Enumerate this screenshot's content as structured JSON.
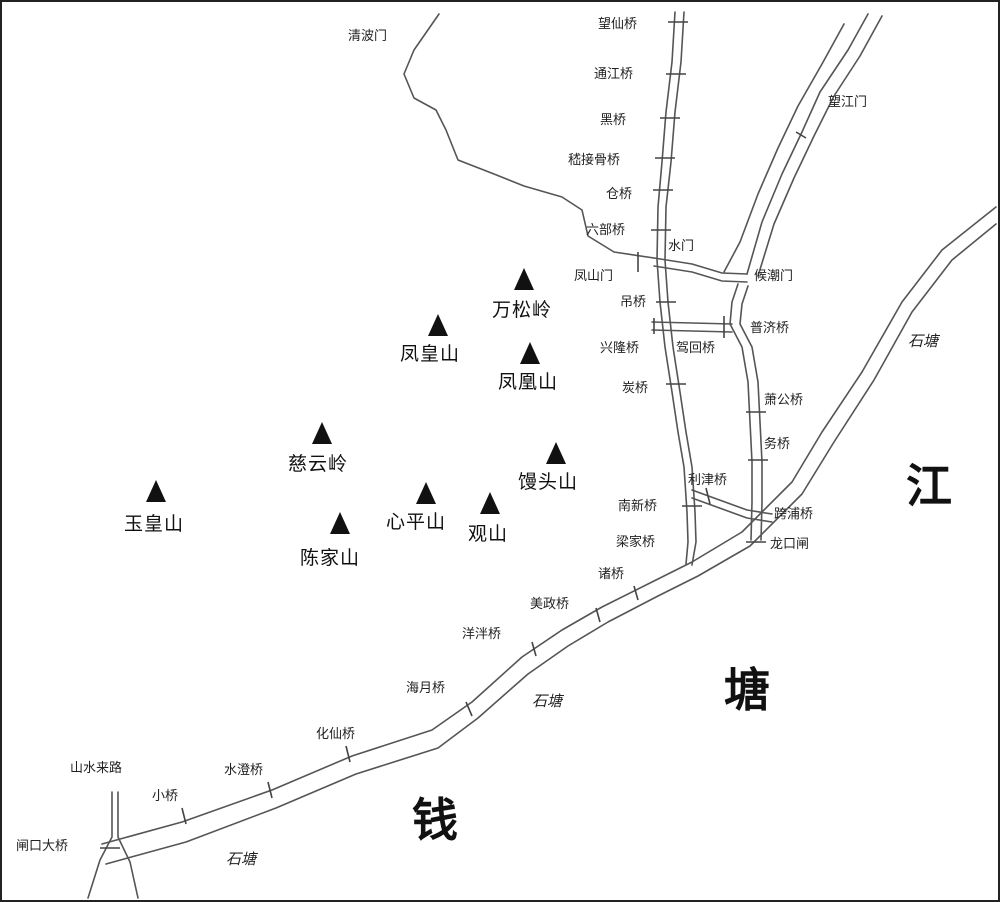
{
  "gates": [
    {
      "id": "qingbo",
      "label": "清波门"
    },
    {
      "id": "wangjiang",
      "label": "望江门"
    },
    {
      "id": "fengshan",
      "label": "凤山门"
    },
    {
      "id": "houchao",
      "label": "候潮门"
    },
    {
      "id": "shuimen",
      "label": "水门"
    },
    {
      "id": "longkouzha",
      "label": "龙口闸"
    },
    {
      "id": "zhakou",
      "label": "闸口大桥"
    },
    {
      "id": "shanshui",
      "label": "山水来路"
    }
  ],
  "bridges": [
    {
      "id": "wangxian",
      "label": "望仙桥"
    },
    {
      "id": "tongjiang",
      "label": "通江桥"
    },
    {
      "id": "hei",
      "label": "黑桥"
    },
    {
      "id": "jijiegu",
      "label": "嵇接骨桥"
    },
    {
      "id": "cang",
      "label": "仓桥"
    },
    {
      "id": "liubu",
      "label": "六部桥"
    },
    {
      "id": "diao",
      "label": "吊桥"
    },
    {
      "id": "xinglong",
      "label": "兴隆桥"
    },
    {
      "id": "jiahui",
      "label": "驾回桥"
    },
    {
      "id": "puji",
      "label": "普济桥"
    },
    {
      "id": "tan",
      "label": "炭桥"
    },
    {
      "id": "xiaogong",
      "label": "萧公桥"
    },
    {
      "id": "wu",
      "label": "务桥"
    },
    {
      "id": "lijin",
      "label": "利津桥"
    },
    {
      "id": "nanxin",
      "label": "南新桥"
    },
    {
      "id": "kuapu",
      "label": "跨浦桥"
    },
    {
      "id": "liangjia",
      "label": "梁家桥"
    },
    {
      "id": "zhu",
      "label": "诸桥"
    },
    {
      "id": "meizheng",
      "label": "美政桥"
    },
    {
      "id": "yangpan",
      "label": "洋泮桥"
    },
    {
      "id": "haiyue",
      "label": "海月桥"
    },
    {
      "id": "huaxian",
      "label": "化仙桥"
    },
    {
      "id": "shuicheng",
      "label": "水澄桥"
    },
    {
      "id": "xiao",
      "label": "小桥"
    }
  ],
  "mountains": [
    {
      "id": "wansongling",
      "label": "万松岭"
    },
    {
      "id": "fenghuang1",
      "label": "凤皇山"
    },
    {
      "id": "fenghuang2",
      "label": "凤凰山"
    },
    {
      "id": "ciyunling",
      "label": "慈云岭"
    },
    {
      "id": "mantou",
      "label": "馒头山"
    },
    {
      "id": "yuhuang",
      "label": "玉皇山"
    },
    {
      "id": "xinping",
      "label": "心平山"
    },
    {
      "id": "guan",
      "label": "观山"
    },
    {
      "id": "chenjia",
      "label": "陈家山"
    }
  ],
  "embankments": [
    {
      "id": "tang1",
      "label": "石塘"
    },
    {
      "id": "tang2",
      "label": "石塘"
    },
    {
      "id": "tang3",
      "label": "石塘"
    }
  ],
  "river_chars": [
    {
      "id": "jiang",
      "label": "江"
    },
    {
      "id": "tang",
      "label": "塘"
    },
    {
      "id": "qian",
      "label": "钱"
    }
  ],
  "colors": {
    "line": "#555555",
    "ink": "#111111",
    "background": "#ffffff"
  }
}
